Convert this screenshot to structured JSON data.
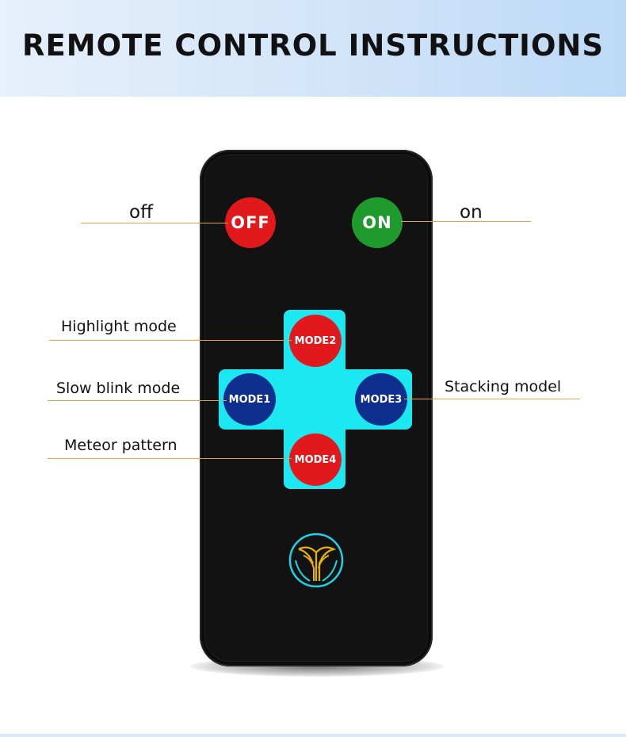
{
  "header": {
    "title": "REMOTE CONTROL INSTRUCTIONS"
  },
  "remote": {
    "off_button": "OFF",
    "on_button": "ON",
    "mode1_button": "MODE1",
    "mode2_button": "MODE2",
    "mode3_button": "MODE3",
    "mode4_button": "MODE4",
    "logo_icon": "brand-logo-icon"
  },
  "labels": {
    "off": "off",
    "on": "on",
    "mode2": "Highlight mode",
    "mode1": "Slow blink mode",
    "mode3": "Stacking model",
    "mode4": "Meteor pattern"
  },
  "colors": {
    "off_red": "#e2191c",
    "on_green": "#1f9a2c",
    "mode_blue": "#0f2f8f",
    "dpad_cyan": "#1ce8f2",
    "remote_body": "#0c0c0c",
    "callout_line": "#e6a04a"
  }
}
